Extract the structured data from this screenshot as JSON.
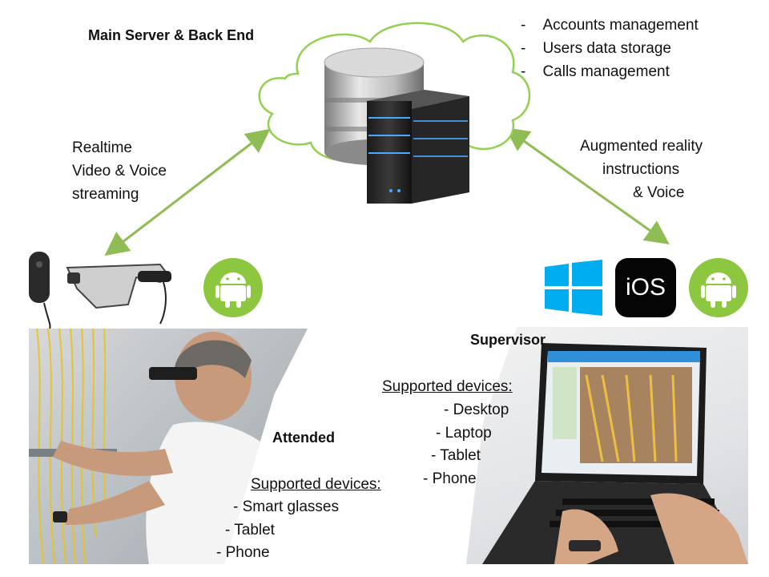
{
  "server": {
    "title": "Main Server & Back End",
    "features": [
      "Accounts management",
      "Users data storage",
      "Calls management"
    ],
    "cloud_color": "#92d050"
  },
  "links": {
    "left_label": [
      "Realtime",
      "Video & Voice",
      "streaming"
    ],
    "right_label": [
      "Augmented reality",
      "instructions",
      "& Voice"
    ],
    "arrow_color": "#8fbc55"
  },
  "attended": {
    "title": "Attended",
    "devices_heading": "Supported devices:",
    "devices": [
      "- Smart glasses",
      "- Tablet",
      "- Phone"
    ]
  },
  "supervisor": {
    "title": "Supervisor",
    "devices_heading": "Supported devices:",
    "devices": [
      "- Desktop",
      "- Laptop",
      "- Tablet",
      "- Phone"
    ]
  },
  "platform_icons": {
    "attended": [
      "android-icon"
    ],
    "supervisor": [
      "windows-icon",
      "ios-icon",
      "android-icon"
    ],
    "ios_label": "iOS",
    "android_color": "#8dc63f",
    "windows_color": "#00adef"
  }
}
